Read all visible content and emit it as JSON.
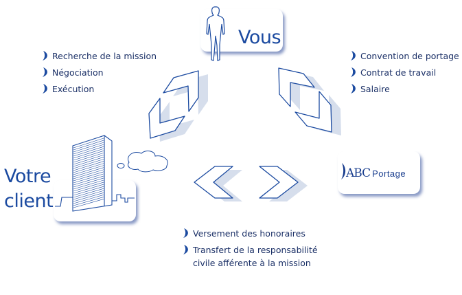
{
  "actors": {
    "you": "Vous",
    "client_line1": "Votre",
    "client_line2": "client",
    "company_logo": "ABC Portage",
    "logo_abc": "ABC",
    "logo_portage": "Portage"
  },
  "left_items": [
    "Recherche de la mission",
    "Négociation",
    "Exécution"
  ],
  "right_items": [
    "Convention de portage",
    "Contrat de travail",
    "Salaire"
  ],
  "bottom_items": [
    "Versement des honoraires",
    "Transfert de la responsabilité",
    "civile afférente à la mission"
  ],
  "colors": {
    "line": "#1b4aa0",
    "shadow": "#d6deec",
    "text": "#1a2f66"
  }
}
